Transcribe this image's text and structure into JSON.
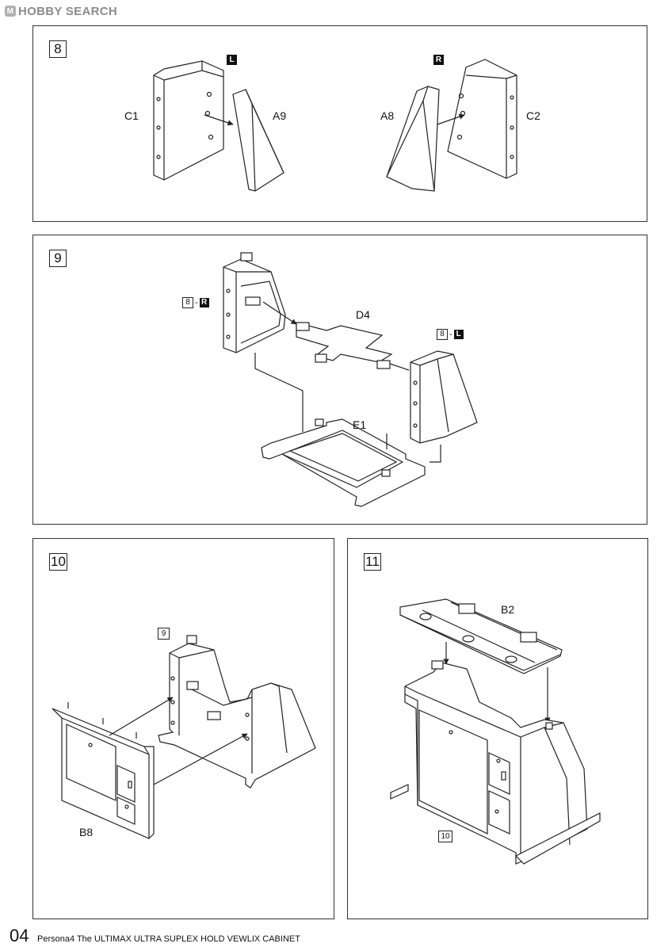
{
  "watermark": {
    "badge": "M",
    "text": "HOBBY SEARCH"
  },
  "steps": [
    {
      "number": "8",
      "labels": {
        "c1": "C1",
        "a9": "A9",
        "a8": "A8",
        "c2": "C2"
      },
      "marks": {
        "left": "L",
        "right": "R"
      }
    },
    {
      "number": "9",
      "labels": {
        "d4": "D4",
        "e1": "E1"
      },
      "refs": {
        "right_ref_num": "8",
        "right_ref_side": "R",
        "left_ref_num": "8",
        "left_ref_side": "L"
      }
    },
    {
      "number": "10",
      "labels": {
        "b8": "B8"
      },
      "refs": {
        "ref": "9"
      }
    },
    {
      "number": "11",
      "labels": {
        "b2": "B2"
      },
      "refs": {
        "ref": "10"
      }
    }
  ],
  "footer": {
    "page": "04",
    "title": "Persona4 The ULTIMAX ULTRA SUPLEX HOLD VEWLIX CABINET"
  }
}
